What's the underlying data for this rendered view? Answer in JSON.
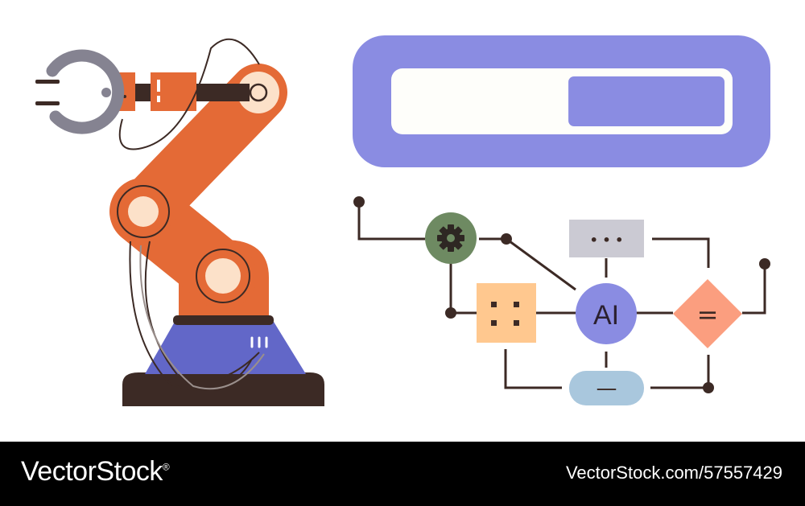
{
  "illustration": {
    "progress": {
      "fraction": 0.48
    },
    "nodes": {
      "ai": "AI",
      "equals": "=",
      "minus": "—",
      "ellipsis": "• • •"
    },
    "icons": [
      "gear-icon",
      "grid-dots-icon"
    ]
  },
  "colors": {
    "robot_orange": "#E46A36",
    "joint_cream": "#FCE1C9",
    "robot_base_blue": "#6267C8",
    "dark_brown": "#3C2A25",
    "gripper_gray": "#858391",
    "progress_purple": "#8A8CE2",
    "progress_white": "#FEFEFA",
    "gear_green": "#6E8A62",
    "peach": "#FFC88F",
    "coral": "#FB9E7F",
    "light_gray": "#CBCAD3",
    "light_blue": "#A9C7DD"
  },
  "footer": {
    "brand": "VectorStock",
    "superscript": "®",
    "credit": "VectorStock.com/57557429"
  }
}
